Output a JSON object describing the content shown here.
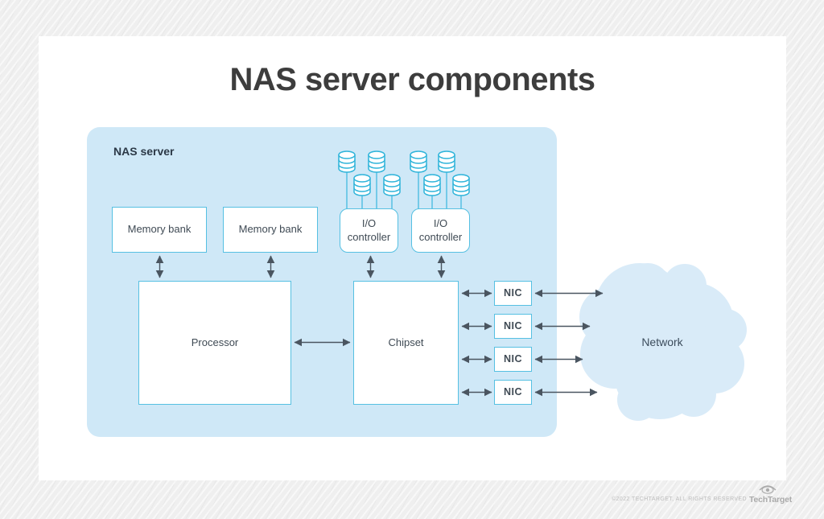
{
  "title": "NAS server components",
  "panel": {
    "label": "NAS server"
  },
  "nodes": [
    {
      "id": "memory-bank-1",
      "label": "Memory bank"
    },
    {
      "id": "memory-bank-2",
      "label": "Memory bank"
    },
    {
      "id": "io-controller-1",
      "label": "I/O controller"
    },
    {
      "id": "io-controller-2",
      "label": "I/O controller"
    },
    {
      "id": "processor",
      "label": "Processor"
    },
    {
      "id": "chipset",
      "label": "Chipset"
    },
    {
      "id": "nic-1",
      "label": "NIC"
    },
    {
      "id": "nic-2",
      "label": "NIC"
    },
    {
      "id": "nic-3",
      "label": "NIC"
    },
    {
      "id": "nic-4",
      "label": "NIC"
    }
  ],
  "cloud": {
    "label": "Network"
  },
  "icons": {
    "disk_icon": "database-cylinder",
    "eye_icon": "techtarget-eye"
  },
  "colors": {
    "panel_fill": "#cfe8f7",
    "cloud_fill": "#d9ebf8",
    "box_border": "#56c0e2",
    "disk_stroke": "#2fb4da",
    "arrow": "#4a5560",
    "title_text": "#3d3d3d",
    "label_text": "#3f4a54"
  },
  "footer": {
    "copyright": "©2022 TECHTARGET, ALL RIGHTS RESERVED",
    "brand": "TechTarget"
  }
}
